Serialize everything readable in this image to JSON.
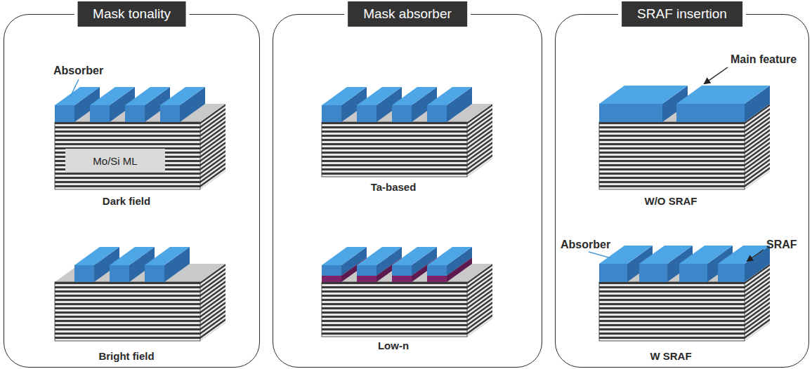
{
  "diagram": {
    "nodes": [
      {
        "text": [
          "Mask tonality"
        ]
      },
      {
        "text": [
          "Mo/Si ML"
        ],
        "in": 0
      },
      {
        "text": [
          "Mask absorber"
        ]
      },
      {
        "text": [
          "SRAF insertion"
        ]
      }
    ],
    "labels": [
      "Absorber",
      "Dark field",
      "Bright field",
      "Ta-based",
      "Low-n",
      "Main feature",
      "W/O SRAF",
      "SRAF",
      "Absorber",
      "W SRAF"
    ]
  }
}
